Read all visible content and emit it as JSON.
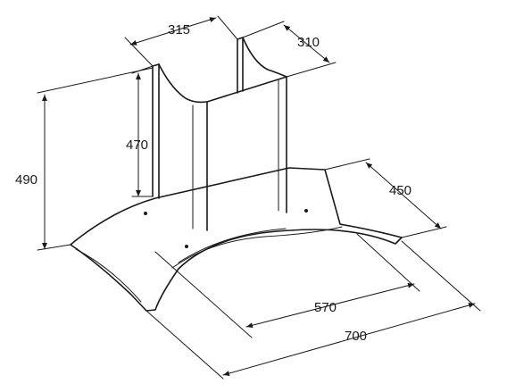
{
  "diagram": {
    "dimensions": {
      "d315": "315",
      "d310": "310",
      "d470": "470",
      "d490": "490",
      "d450": "450",
      "d570": "570",
      "d700": "700"
    }
  }
}
